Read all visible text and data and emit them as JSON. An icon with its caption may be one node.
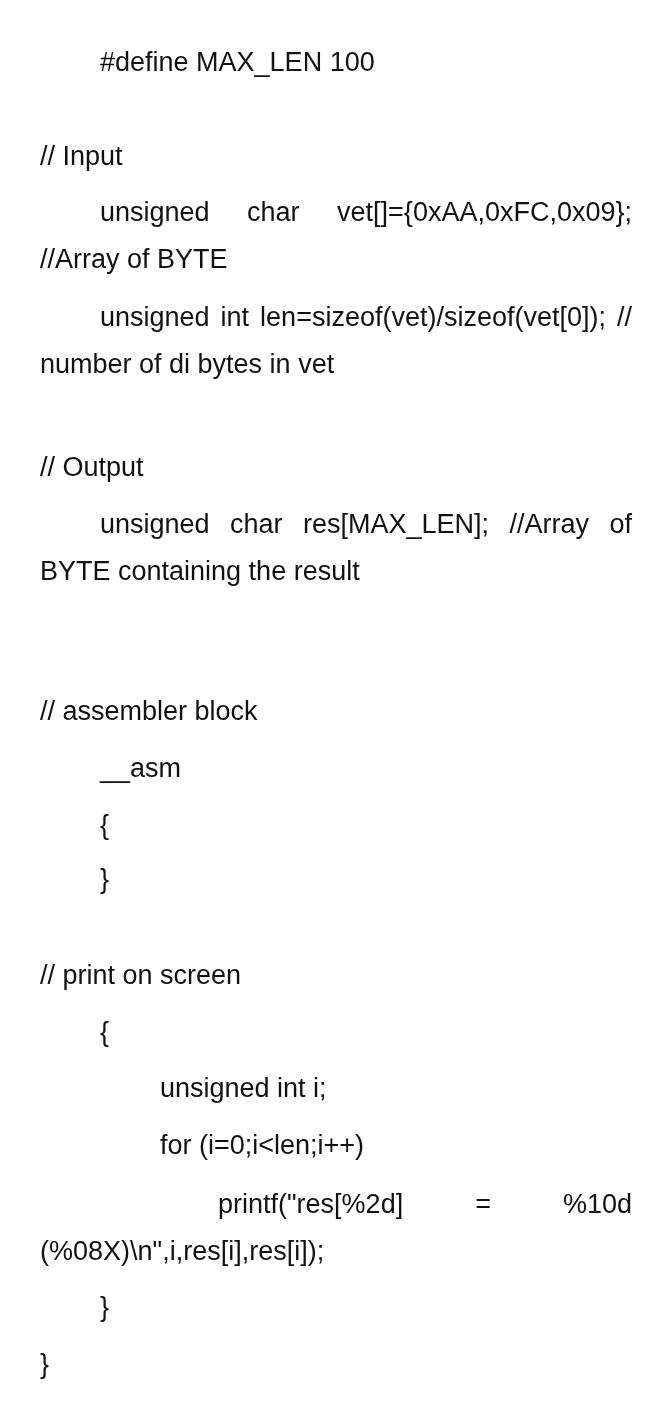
{
  "diagram": {
    "labels": [
      "#define MAX_LEN 100",
      "// Input",
      "unsigned char vet[]={0xAA,0xFC,0x09}; //Array of BYTE",
      "unsigned int len=sizeof(vet)/sizeof(vet[0]); // number of di bytes in vet",
      "// Output",
      "unsigned char res[MAX_LEN]; //Array of BYTE containing the result",
      "// assembler block",
      "__asm",
      "{",
      "}",
      "// print on screen",
      "{",
      "unsigned int i;",
      "for (i=0;i<len;i++)",
      "printf(\"res[%2d] = %10d (%08X)\\n\",i,res[i],res[i]);",
      "}",
      "}"
    ]
  }
}
